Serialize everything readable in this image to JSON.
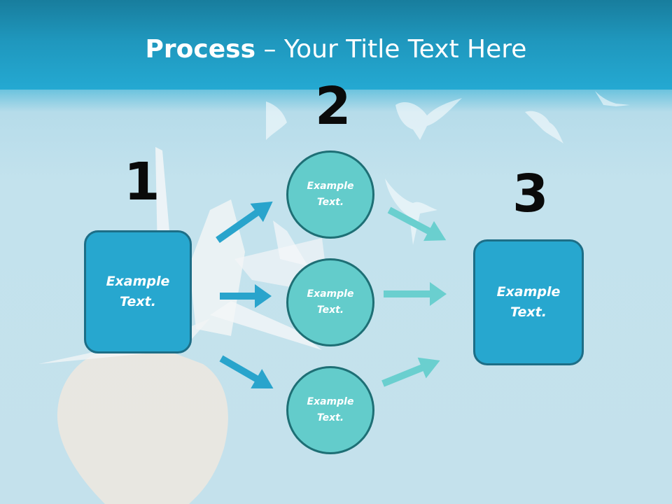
{
  "title": {
    "bold": "Process",
    "rest": " – Your Title Text Here"
  },
  "steps": [
    {
      "number": "1",
      "text": "Example\nText."
    },
    {
      "number": "2",
      "items": [
        {
          "text": "Example\nText."
        },
        {
          "text": "Example\nText."
        },
        {
          "text": "Example\nText."
        }
      ]
    },
    {
      "number": "3",
      "text": "Example\nText."
    }
  ],
  "colors": {
    "title_band": "#24a9d2",
    "box_fill": "#27a7cf",
    "box_border": "#1d6e87",
    "circle_fill": "#63cccb",
    "circle_border": "#1e6f75",
    "arrow_left": "#29a4cc",
    "arrow_right": "#6acfcf"
  }
}
